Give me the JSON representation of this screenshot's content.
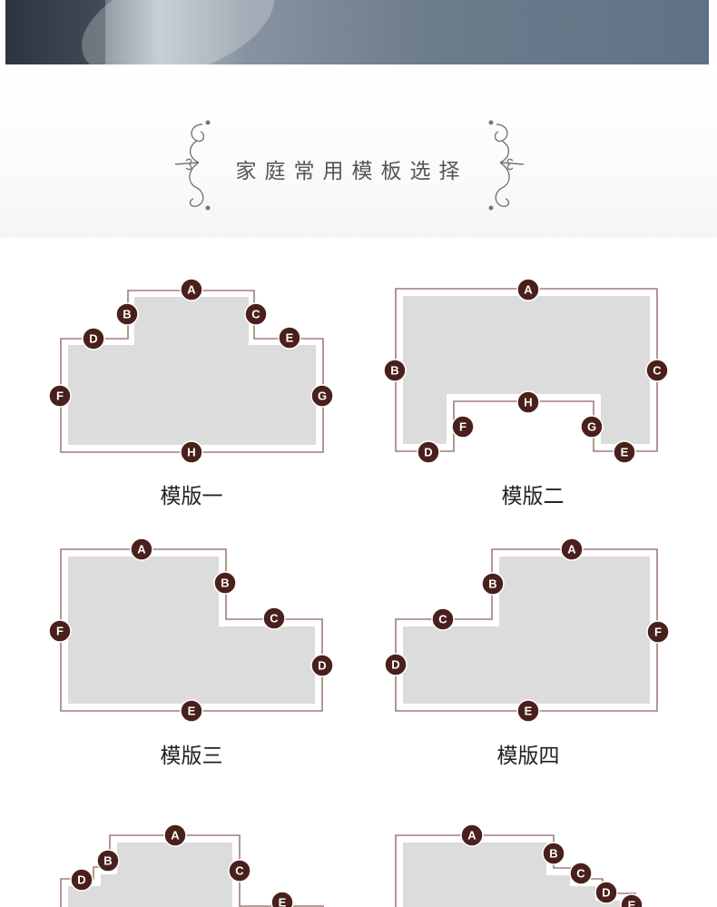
{
  "heading": {
    "title": "家庭常用模板选择"
  },
  "templates": [
    {
      "caption": "模版一",
      "labels": [
        "A",
        "B",
        "C",
        "D",
        "E",
        "F",
        "G",
        "H"
      ]
    },
    {
      "caption": "模版二",
      "labels": [
        "A",
        "B",
        "C",
        "D",
        "E",
        "F",
        "G",
        "H"
      ]
    },
    {
      "caption": "模版三",
      "labels": [
        "A",
        "B",
        "C",
        "D",
        "E",
        "F"
      ]
    },
    {
      "caption": "模版四",
      "labels": [
        "A",
        "B",
        "C",
        "D",
        "E",
        "F"
      ]
    },
    {
      "caption": "",
      "labels": [
        "A",
        "B",
        "C",
        "D",
        "E"
      ]
    },
    {
      "caption": "",
      "labels": [
        "A",
        "B",
        "C",
        "D",
        "E"
      ]
    }
  ],
  "colors": {
    "outline": "#9d7e79",
    "fill": "#dcdcdc",
    "badge": "#4a201c"
  }
}
